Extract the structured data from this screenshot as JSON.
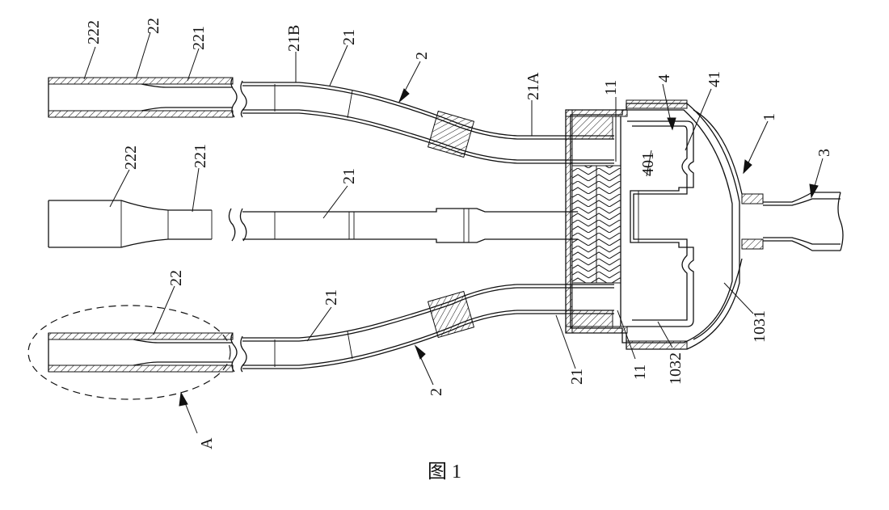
{
  "caption": "图 1",
  "colors": {
    "line": "#111111",
    "background": "#ffffff",
    "hatch": "#111111"
  },
  "labels": {
    "l222_top": "222",
    "l22_top": "22",
    "l221_top": "221",
    "l21B": "21B",
    "l21_top": "21",
    "l2_top": "2",
    "l21A": "21A",
    "l11_top": "11",
    "l4": "4",
    "l41": "41",
    "l1": "1",
    "l3": "3",
    "l401": "401",
    "l222_mid": "222",
    "l221_mid": "221",
    "l21_mid": "21",
    "l22_bot": "22",
    "l21_bot": "21",
    "l2_bot": "2",
    "l21_bot2": "21",
    "l11_bot": "11",
    "l1032": "1032",
    "l1031": "1031",
    "lA": "A"
  }
}
